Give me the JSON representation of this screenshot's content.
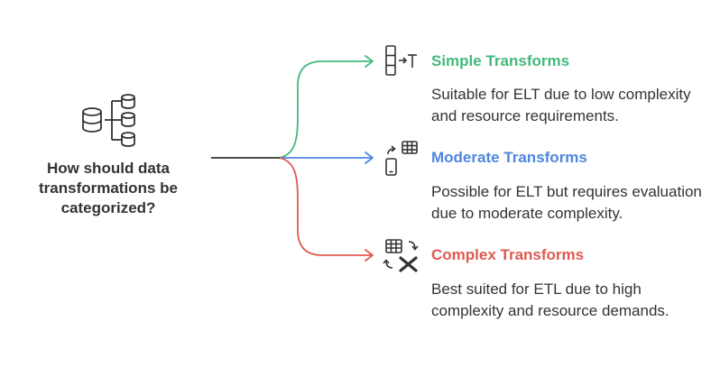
{
  "question": "How should data transformations be categorized?",
  "colors": {
    "green": "#43b97a",
    "blue": "#4f86df",
    "red": "#de5a50",
    "dark": "#333333"
  },
  "branches": [
    {
      "title": "Simple Transforms",
      "description": "Suitable for ELT due to low complexity and resource requirements.",
      "icon": "column-to-text-icon",
      "color": "#43b97a"
    },
    {
      "title": "Moderate Transforms",
      "description": "Possible for ELT but requires evaluation due to moderate complexity.",
      "icon": "mobile-table-sync-icon",
      "color": "#4f86df"
    },
    {
      "title": "Complex Transforms",
      "description": "Best suited for ETL due to high complexity and resource demands.",
      "icon": "table-transform-x-icon",
      "color": "#de5a50"
    }
  ]
}
